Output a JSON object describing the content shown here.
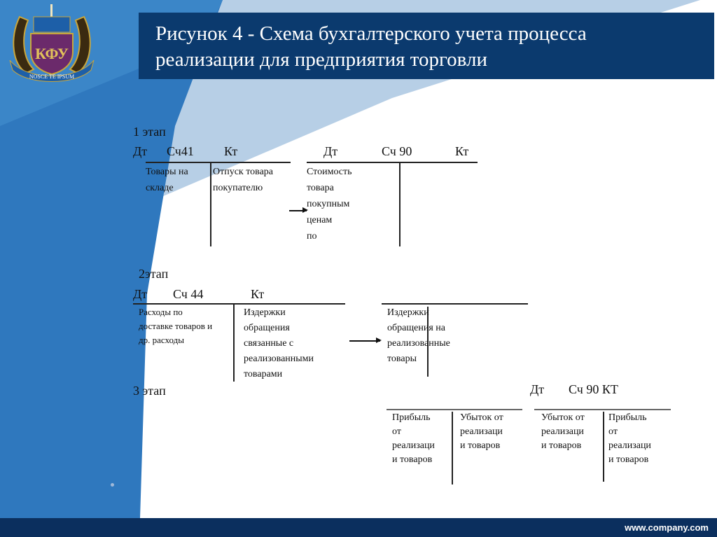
{
  "slide": {
    "title_line1": "Рисунок 4 - Схема бухгалтерского учета процесса",
    "title_line2": "реализации для предприятия торговли",
    "logo_text": "КФУ NOSCE TE IPSUM",
    "footer_url": "www.company.com",
    "colors": {
      "title_bg": "#0b3a6e",
      "footer_bg": "#0b2f5e",
      "dark_blue": "#2b73b8",
      "light_blue": "#a9c6e2"
    }
  },
  "stage1": {
    "label": "1 этап",
    "account1": {
      "dt": "Дт",
      "name": "Сч41",
      "kt": "Кт",
      "debit": [
        "Товары на",
        "складе"
      ],
      "credit": [
        "Отпуск товара",
        "покупателю"
      ]
    },
    "account2": {
      "dt": "Дт",
      "name": "Сч 90",
      "kt": "Кт",
      "debit": [
        "Стоимость",
        "товара",
        "покупным",
        "ценам",
        "по"
      ]
    }
  },
  "stage2": {
    "label": "2этап",
    "account1": {
      "dt": "Дт",
      "name": "Сч 44",
      "kt": "Кт",
      "debit": [
        "Расходы по",
        "доставке товаров и",
        "др. расходы"
      ],
      "credit": [
        "Издержки",
        "обращения",
        "связанные с",
        "реализованными",
        "товарами"
      ]
    },
    "account2": {
      "debit": [
        "Издержки",
        "обращения на",
        "реализованные",
        "товары"
      ]
    }
  },
  "stage3": {
    "label": "3 этап",
    "header": {
      "dt": "Дт",
      "name": "Сч 90 КТ"
    },
    "account1": {
      "debit": [
        "Прибыль",
        "от",
        "реализаци",
        "и товаров"
      ],
      "credit": [
        "Убыток от",
        "реализаци",
        "и товаров"
      ]
    },
    "account2": {
      "debit": [
        "Убыток от",
        "реализаци",
        "и товаров"
      ],
      "credit": [
        "Прибыль",
        "от",
        "реализаци",
        "и товаров"
      ]
    }
  }
}
